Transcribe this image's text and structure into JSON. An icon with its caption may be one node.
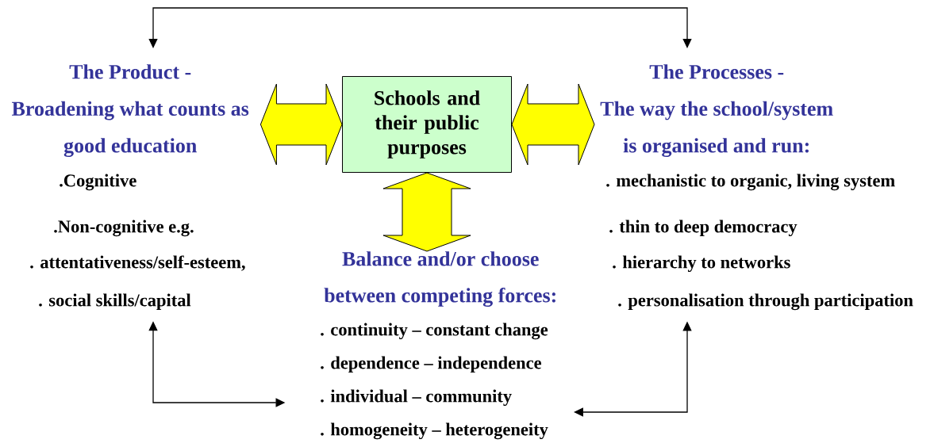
{
  "diagram": {
    "nodes": [
      {
        "text": [
          "Schools and their public purposes"
        ]
      },
      {
        "text": [
          "The Product -",
          "Broadening what counts as good education",
          ".Cognitive",
          ".Non-cognitive e.g.",
          ". attentativeness/self-esteem,",
          ". social skills/capital"
        ]
      },
      {
        "text": [
          "The Processes -",
          "The way the school/system is organised and run:",
          ". mechanistic to organic, living system",
          ". thin to deep democracy",
          ". hierarchy to networks",
          ". personalisation through participation"
        ]
      },
      {
        "text": [
          "Balance and/or choose between competing forces:",
          ". continuity – constant change",
          ". dependence – independence",
          ". individual – community",
          ". homogeneity – heterogeneity"
        ]
      }
    ],
    "edges": [
      {
        "from": 0,
        "to": 1,
        "arrow": "both",
        "style": "thick",
        "color": "#ffff00"
      },
      {
        "from": 0,
        "to": 2,
        "arrow": "both",
        "style": "thick",
        "color": "#ffff00"
      },
      {
        "from": 0,
        "to": 3,
        "arrow": "both",
        "style": "thick",
        "color": "#ffff00"
      },
      {
        "from": 1,
        "to": 2,
        "arrow": "both"
      },
      {
        "from": 1,
        "to": 3,
        "arrow": "both"
      },
      {
        "from": 2,
        "to": 3,
        "arrow": "both"
      }
    ]
  }
}
